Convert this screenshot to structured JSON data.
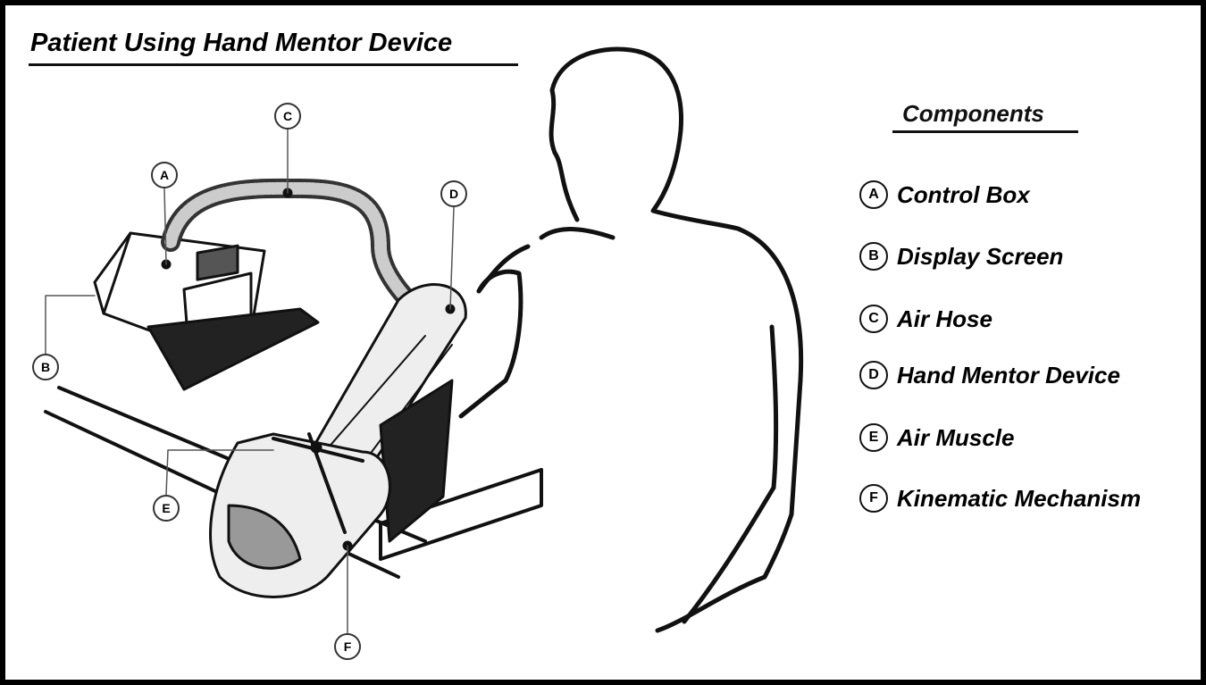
{
  "title": "Patient Using Hand Mentor Device",
  "legend": {
    "title": "Components",
    "items": [
      {
        "letter": "A",
        "label": "Control Box"
      },
      {
        "letter": "B",
        "label": "Display Screen"
      },
      {
        "letter": "C",
        "label": "Air Hose"
      },
      {
        "letter": "D",
        "label": "Hand Mentor Device"
      },
      {
        "letter": "E",
        "label": "Air Muscle"
      },
      {
        "letter": "F",
        "label": "Kinematic Mechanism"
      }
    ]
  }
}
